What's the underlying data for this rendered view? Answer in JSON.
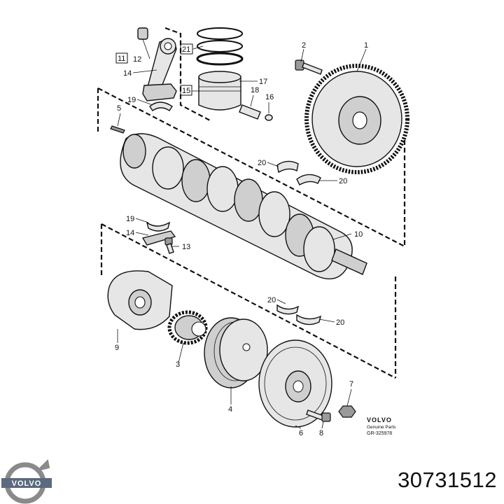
{
  "callouts": {
    "c1": "1",
    "c2": "2",
    "c3": "3",
    "c4": "4",
    "c5": "5",
    "c6": "6",
    "c7": "7",
    "c8": "8",
    "c9": "9",
    "c10": "10",
    "c11": "11",
    "c12": "12",
    "c13": "13",
    "c14a": "14",
    "c14b": "14",
    "c15": "15",
    "c16": "16",
    "c17": "17",
    "c18": "18",
    "c19a": "19",
    "c19b": "19",
    "c20a": "20",
    "c20b": "20",
    "c20c": "20",
    "c20d": "20",
    "c21": "21"
  },
  "brand_block": {
    "brand": "VOLVO",
    "caption": "Genuine Parts",
    "ref": "GR-325978"
  },
  "logo": {
    "text": "VOLVO"
  },
  "part_number": "30731512",
  "colors": {
    "ink": "#111111",
    "fill": "#e6e6e6",
    "shade": "#9a9a9a"
  }
}
